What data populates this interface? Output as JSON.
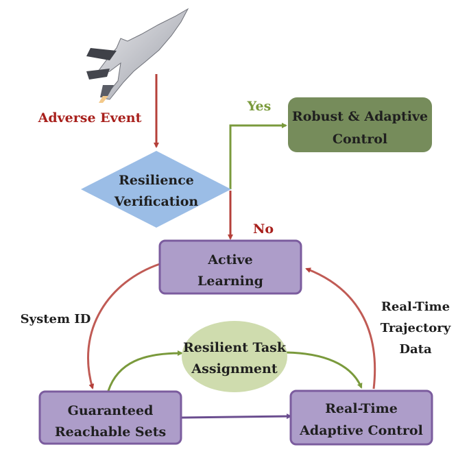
{
  "nodes": {
    "robust_control": [
      "Robust & Adaptive",
      "Control"
    ],
    "resilience_verification": [
      "Resilience",
      "Verification"
    ],
    "active_learning": [
      "Active",
      "Learning"
    ],
    "task_assignment": [
      "Resilient Task",
      "Assignment"
    ],
    "reachable_sets": [
      "Guaranteed",
      "Reachable Sets"
    ],
    "adaptive_control": [
      "Real-Time",
      "Adaptive Control"
    ]
  },
  "edge_labels": {
    "adverse_event": "Adverse Event",
    "yes": "Yes",
    "no": "No",
    "system_id": "System ID",
    "trajectory": [
      "Real-Time",
      "Trajectory",
      "Data"
    ]
  },
  "colors": {
    "red": "#b5403a",
    "red_text": "#a8201c",
    "green": "#7a9a3c",
    "green_text": "#7a9a3c",
    "purple_fill": "#ad9dc9",
    "purple_stroke": "#7b5c9e",
    "dark_green_fill": "#768c5b",
    "diamond_fill": "#9bbde6",
    "ellipse_fill": "#cfdcae",
    "arrow_purple": "#6a4d8f"
  }
}
